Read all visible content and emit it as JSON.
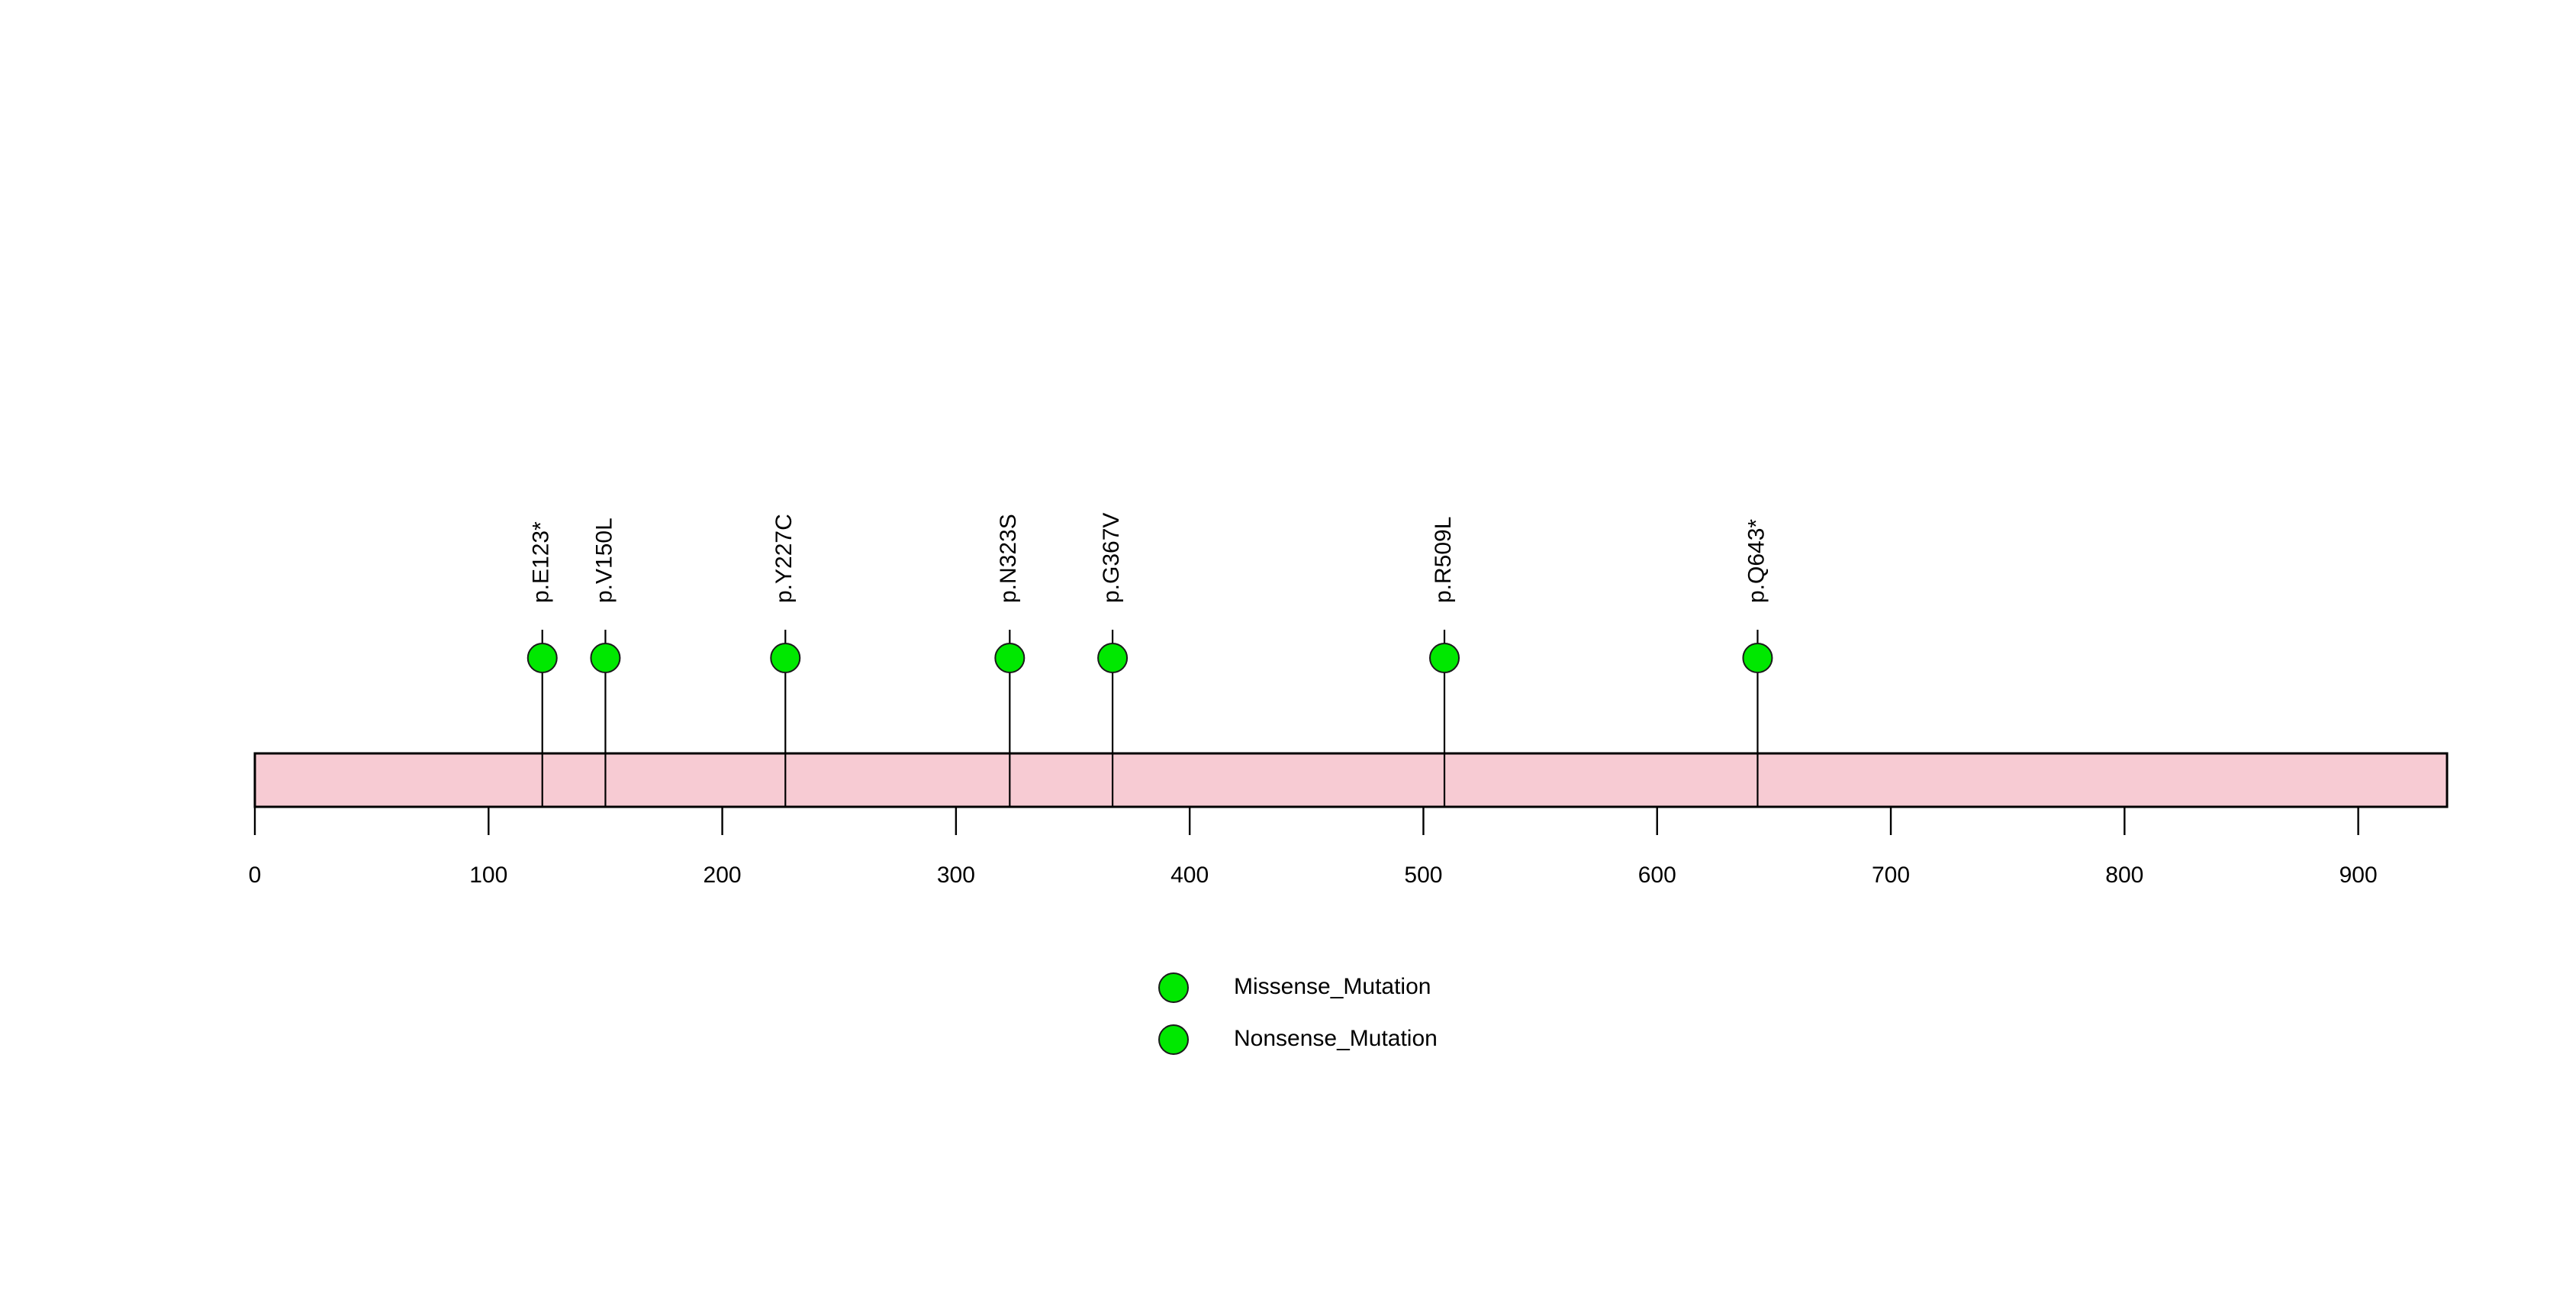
{
  "chart_data": {
    "type": "lollipop",
    "title": "",
    "xlabel": "",
    "ylabel": "",
    "xlim": [
      0,
      938
    ],
    "grid": false,
    "protein_length": 938,
    "axis": {
      "ticks": [
        0,
        100,
        200,
        300,
        400,
        500,
        600,
        700,
        800,
        900
      ],
      "tick_labels": [
        "0",
        "100",
        "200",
        "300",
        "400",
        "500",
        "600",
        "700",
        "800",
        "900"
      ]
    },
    "domain_track": {
      "name": "protein-backbone",
      "start": 0,
      "end": 938,
      "fill": "#F7CBD3",
      "stroke": "#000000"
    },
    "mutations": [
      {
        "label": "p.E123*",
        "position": 123,
        "count": 1,
        "type": "Nonsense_Mutation",
        "color": "#00E800"
      },
      {
        "label": "p.V150L",
        "position": 150,
        "count": 1,
        "type": "Missense_Mutation",
        "color": "#00E800"
      },
      {
        "label": "p.Y227C",
        "position": 227,
        "count": 1,
        "type": "Missense_Mutation",
        "color": "#00E800"
      },
      {
        "label": "p.N323S",
        "position": 323,
        "count": 1,
        "type": "Missense_Mutation",
        "color": "#00E800"
      },
      {
        "label": "p.G367V",
        "position": 367,
        "count": 1,
        "type": "Missense_Mutation",
        "color": "#00E800"
      },
      {
        "label": "p.R509L",
        "position": 509,
        "count": 1,
        "type": "Missense_Mutation",
        "color": "#00E800"
      },
      {
        "label": "p.Q643*",
        "position": 643,
        "count": 1,
        "type": "Nonsense_Mutation",
        "color": "#00E800"
      }
    ],
    "legend": {
      "position": "bottom-center",
      "entries": [
        {
          "label": "Missense_Mutation",
          "color": "#00E800"
        },
        {
          "label": "Nonsense_Mutation",
          "color": "#00E800"
        }
      ]
    }
  }
}
